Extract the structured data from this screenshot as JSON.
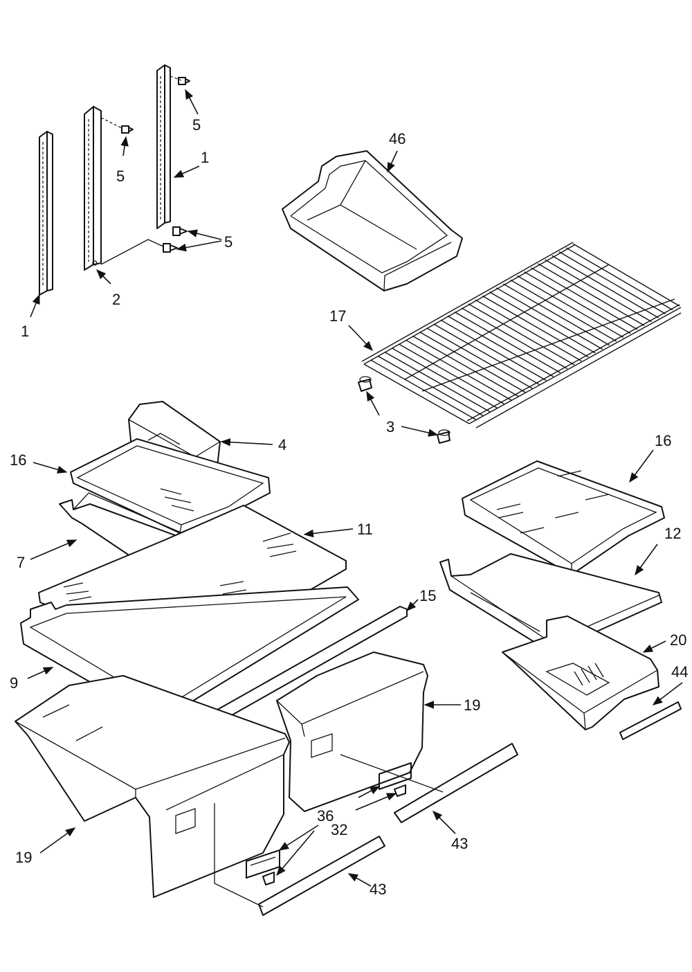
{
  "callouts": [
    {
      "id": "c1a",
      "text": "1"
    },
    {
      "id": "c1b",
      "text": "1"
    },
    {
      "id": "c2",
      "text": "2"
    },
    {
      "id": "c5a",
      "text": "5"
    },
    {
      "id": "c5b",
      "text": "5"
    },
    {
      "id": "c5c",
      "text": "5"
    },
    {
      "id": "c46",
      "text": "46"
    },
    {
      "id": "c17",
      "text": "17"
    },
    {
      "id": "c3",
      "text": "3"
    },
    {
      "id": "c4",
      "text": "4"
    },
    {
      "id": "c16a",
      "text": "16"
    },
    {
      "id": "c16b",
      "text": "16"
    },
    {
      "id": "c11",
      "text": "11"
    },
    {
      "id": "c7",
      "text": "7"
    },
    {
      "id": "c12",
      "text": "12"
    },
    {
      "id": "c15",
      "text": "15"
    },
    {
      "id": "c20",
      "text": "20"
    },
    {
      "id": "c9",
      "text": "9"
    },
    {
      "id": "c44",
      "text": "44"
    },
    {
      "id": "c19a",
      "text": "19"
    },
    {
      "id": "c19b",
      "text": "19"
    },
    {
      "id": "c36",
      "text": "36"
    },
    {
      "id": "c32",
      "text": "32"
    },
    {
      "id": "c43a",
      "text": "43"
    },
    {
      "id": "c43b",
      "text": "43"
    }
  ]
}
